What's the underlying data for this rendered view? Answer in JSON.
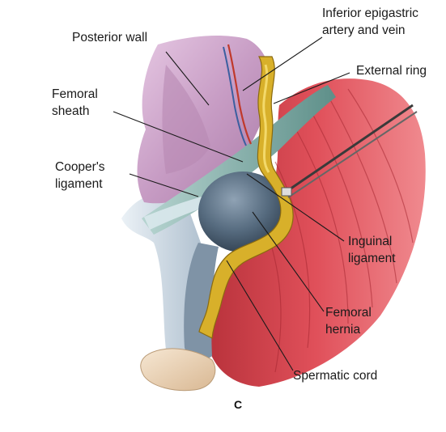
{
  "labels": {
    "posterior_wall": "Posterior wall",
    "inferior_epigastric": [
      "Inferior epigastric",
      "artery and vein"
    ],
    "external_ring": "External ring",
    "femoral_sheath": [
      "Femoral",
      "sheath"
    ],
    "coopers_ligament": [
      "Cooper's",
      "ligament"
    ],
    "inguinal_ligament": [
      "Inguinal",
      "ligament"
    ],
    "femoral_hernia": [
      "Femoral",
      "hernia"
    ],
    "spermatic_cord": "Spermatic cord"
  },
  "panel_letter": "C",
  "colors": {
    "posterior_wall": "#c99bc6",
    "muscle": "#d8424c",
    "hernia_sac": "#4f6477",
    "spermatic_cord": "#d8b02a",
    "ligament": "#6f9e98",
    "vessel_artery": "#c0392b",
    "vessel_vein": "#3b5fa0",
    "testis": "#ead2b4",
    "leader_line": "#1a1a1a"
  }
}
